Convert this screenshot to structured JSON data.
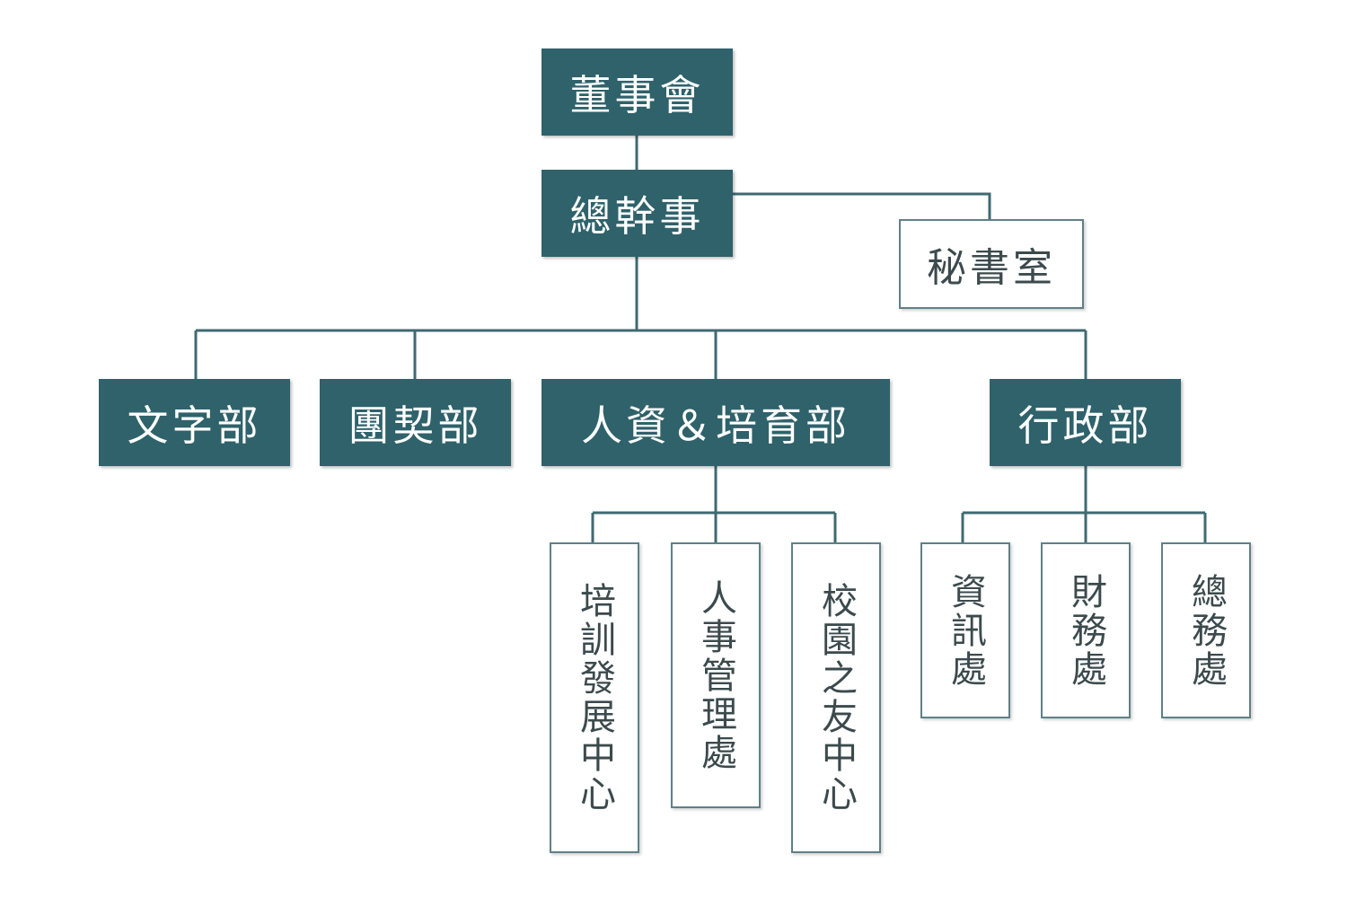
{
  "org_chart": {
    "board": "董事會",
    "general_secretary": "總幹事",
    "secretariat": "秘書室",
    "departments": {
      "text": "文字部",
      "contract": "團契部",
      "hr_training": "人資＆培育部",
      "admin": "行政部"
    },
    "hr_units": {
      "training_center": "培訓發展中心",
      "personnel_office": "人事管理處",
      "alumni_center": "校園之友中心"
    },
    "admin_units": {
      "information": "資訊處",
      "finance": "財務處",
      "general_affairs": "總務處"
    }
  },
  "colors": {
    "box_fill": "#2f626b",
    "line": "#3f6a72",
    "outline_border": "#5f8088"
  }
}
